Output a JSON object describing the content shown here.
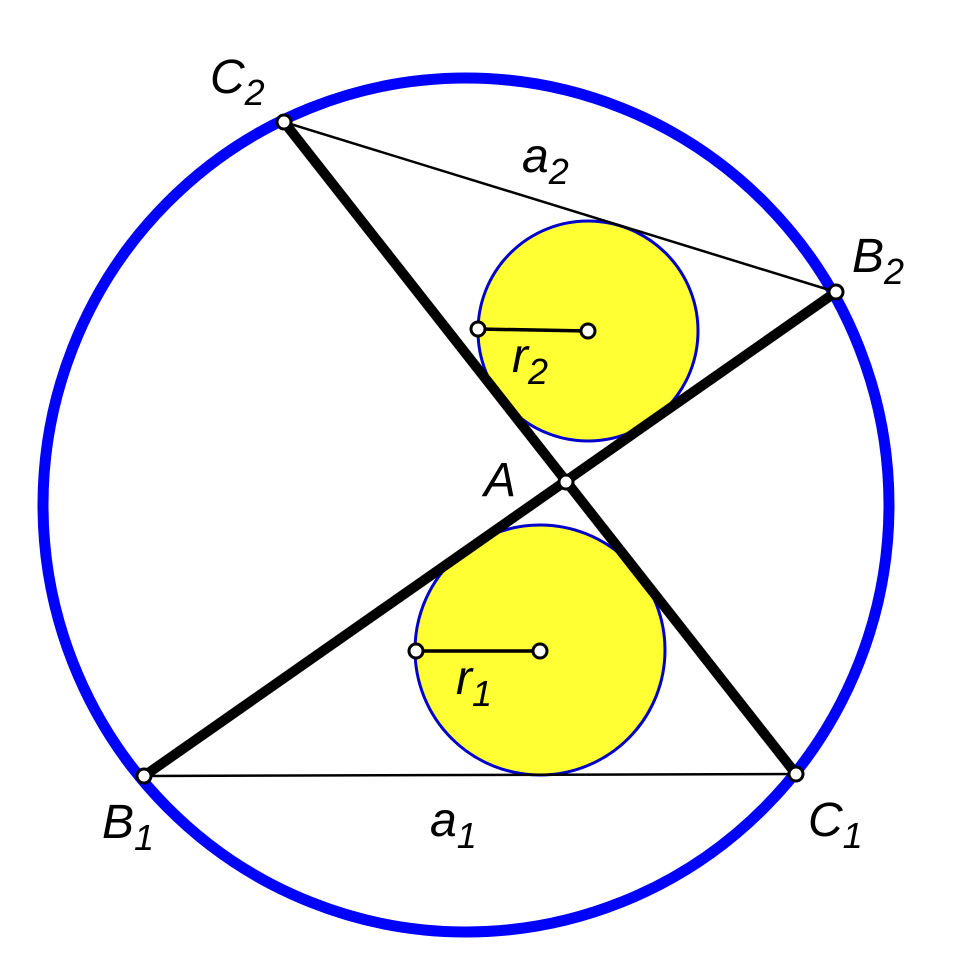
{
  "colors": {
    "circumcircle": "#0000ff",
    "incircle_fill": "#ffff33",
    "incircle_stroke": "#0000cc",
    "segment": "#000000",
    "point_fill": "#ffffff"
  },
  "labels": {
    "C2": {
      "main": "C",
      "sub": "2"
    },
    "B2": {
      "main": "B",
      "sub": "2"
    },
    "A": {
      "main": "A",
      "sub": ""
    },
    "B1": {
      "main": "B",
      "sub": "1"
    },
    "C1": {
      "main": "C",
      "sub": "1"
    },
    "a1": {
      "main": "a",
      "sub": "1"
    },
    "a2": {
      "main": "a",
      "sub": "2"
    },
    "r1": {
      "main": "r",
      "sub": "1"
    },
    "r2": {
      "main": "r",
      "sub": "2"
    }
  }
}
